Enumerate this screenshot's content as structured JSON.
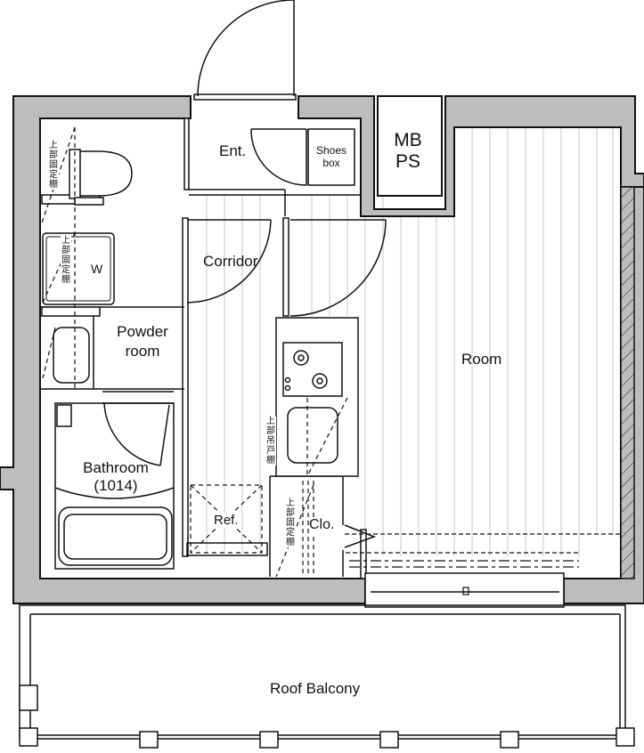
{
  "plan": {
    "colors": {
      "wall": "#bdbdbd",
      "line": "#111111",
      "floor_line": "#c4c4c4",
      "background": "#ffffff"
    },
    "rooms": {
      "entrance": "Ent.",
      "shoes_box_line1": "Shoes",
      "shoes_box_line2": "box",
      "mbps_line1": "MB",
      "mbps_line2": "PS",
      "corridor": "Corridor",
      "room": "Room",
      "powder_room_line1": "Powder",
      "powder_room_line2": "room",
      "bathroom": "Bathroom",
      "bathroom_size": "(1014)",
      "refrigerator": "Ref.",
      "closet": "Clo.",
      "roof_balcony": "Roof Balcony",
      "washer": "W"
    },
    "annotations": {
      "upper_fixed_shelf": "上部固定棚",
      "upper_hanging_cabinet": "上部吊戸棚"
    }
  }
}
